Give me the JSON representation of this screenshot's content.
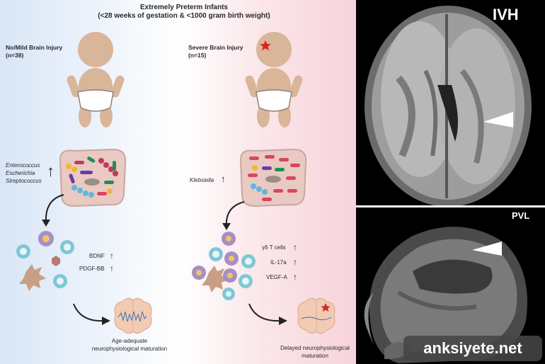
{
  "title": {
    "line1": "Extremely Preterm Infants",
    "line2": "(<28 weeks of gestation & <1000 gram birth weight)"
  },
  "left_group": {
    "label": "No/Mild Brain Injury",
    "n": "(n=38)",
    "bacteria": [
      "Enterococcus",
      "Escherichia",
      "Streptococcus"
    ],
    "markers": [
      "BDNF",
      "PDGF-BB"
    ],
    "outcome_line1": "Age-adequate",
    "outcome_line2": "neurophysiological maturation"
  },
  "right_group": {
    "label": "Severe Brain Injury",
    "n": "(n=15)",
    "bacteria": [
      "Klebsiella"
    ],
    "markers": [
      "γδ T cells",
      "IL-17a",
      "VEGF-A"
    ],
    "outcome_line1": "Delayed neurophysiological",
    "outcome_line2": "maturation"
  },
  "up_arrow": "↑",
  "mri": {
    "top_label": "IVH",
    "bottom_label": "PVL"
  },
  "watermark": "anksiyete.net",
  "colors": {
    "left_tint": "#d9e6f7",
    "right_tint": "#f6d3d9",
    "injury_star": "#d62828",
    "baby_skin": "#d9b59a",
    "gut": "#e9c9c2",
    "brain": "#f2cbb5"
  }
}
